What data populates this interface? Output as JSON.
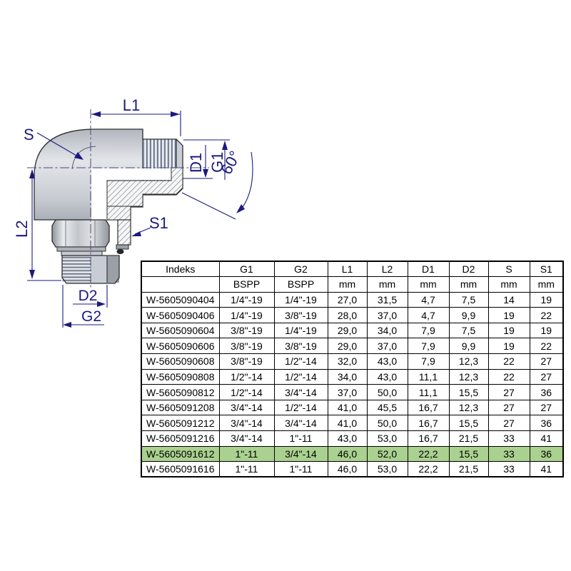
{
  "drawing": {
    "dim_color": "#1a1a80",
    "labels": {
      "l1": "L1",
      "l2": "L2",
      "s": "S",
      "s1": "S1",
      "d1": "D1",
      "g1": "G1",
      "d2": "D2",
      "g2": "G2",
      "angle": "60°"
    }
  },
  "table": {
    "columns": [
      "Indeks",
      "G1",
      "G2",
      "L1",
      "L2",
      "D1",
      "D2",
      "S",
      "S1"
    ],
    "units_row": [
      "",
      "BSPP",
      "BSPP",
      "mm",
      "mm",
      "mm",
      "mm",
      "mm",
      "mm"
    ],
    "rows": [
      [
        "W-5605090404",
        "1/4\"-19",
        "1/4\"-19",
        "27,0",
        "31,5",
        "4,7",
        "7,5",
        "14",
        "19"
      ],
      [
        "W-5605090406",
        "1/4\"-19",
        "3/8\"-19",
        "28,0",
        "37,0",
        "4,7",
        "9,9",
        "19",
        "22"
      ],
      [
        "W-5605090604",
        "3/8\"-19",
        "1/4\"-19",
        "29,0",
        "34,0",
        "7,9",
        "7,5",
        "19",
        "19"
      ],
      [
        "W-5605090606",
        "3/8\"-19",
        "3/8\"-19",
        "29,0",
        "37,0",
        "7,9",
        "9,9",
        "19",
        "22"
      ],
      [
        "W-5605090608",
        "3/8\"-19",
        "1/2\"-14",
        "32,0",
        "43,0",
        "7,9",
        "12,3",
        "22",
        "27"
      ],
      [
        "W-5605090808",
        "1/2\"-14",
        "1/2\"-14",
        "34,0",
        "43,0",
        "11,1",
        "12,3",
        "22",
        "27"
      ],
      [
        "W-5605090812",
        "1/2\"-14",
        "3/4\"-14",
        "37,0",
        "50,0",
        "11,1",
        "15,5",
        "27",
        "36"
      ],
      [
        "W-5605091208",
        "3/4\"-14",
        "1/2\"-14",
        "41,0",
        "45,5",
        "16,7",
        "12,3",
        "27",
        "27"
      ],
      [
        "W-5605091212",
        "3/4\"-14",
        "3/4\"-14",
        "41,0",
        "50,0",
        "16,7",
        "15,5",
        "27",
        "36"
      ],
      [
        "W-5605091216",
        "3/4\"-14",
        "1\"-11",
        "43,0",
        "53,0",
        "16,7",
        "21,5",
        "33",
        "41"
      ],
      [
        "W-5605091612",
        "1\"-11",
        "3/4\"-14",
        "46,0",
        "52,0",
        "22,2",
        "15,5",
        "33",
        "36"
      ],
      [
        "W-5605091616",
        "1\"-11",
        "1\"-11",
        "46,0",
        "53,0",
        "22,2",
        "21,5",
        "33",
        "41"
      ]
    ],
    "highlighted_index": 10,
    "highlighted_row_id": "W-5605091612",
    "highlight_color": "#aad18f"
  }
}
